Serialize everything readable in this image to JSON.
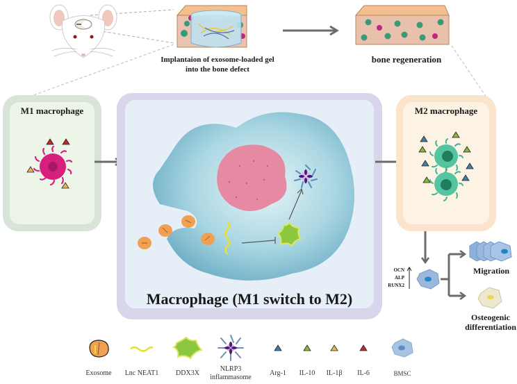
{
  "figure": {
    "top": {
      "gel_caption_line1": "Implantaion of exosome-loaded gel",
      "gel_caption_line2": "into the bone defect",
      "bone_caption": "bone regeneration"
    },
    "panels": {
      "m1": {
        "title": "M1 macrophage"
      },
      "center": {
        "title": "Macrophage (M1 switch to M2)"
      },
      "m2": {
        "title": "M2 macrophage"
      }
    },
    "bmsc_outcomes": {
      "upregulated_genes": [
        "OCN",
        "ALP",
        "RUNX2"
      ],
      "migration": "Migration",
      "osteogenic_line1": "Osteogenic",
      "osteogenic_line2": "differentiation"
    },
    "legend": [
      {
        "label": "Exosome",
        "icon": "exosome-icon"
      },
      {
        "label": "Lnc NEAT1",
        "icon": "lnc-neat1-icon"
      },
      {
        "label": "DDX3X",
        "icon": "ddx3x-icon"
      },
      {
        "label": "NLRP3",
        "label2": "inflammasome",
        "icon": "nlrp3-inflammasome-icon"
      },
      {
        "label": "Arg-1",
        "icon": "arg1-triangle-icon",
        "color": "#3d7fa6"
      },
      {
        "label": "IL-10",
        "icon": "il10-triangle-icon",
        "color": "#8ab43a"
      },
      {
        "label": "IL-1β",
        "icon": "il1b-triangle-icon",
        "color": "#e8b55a"
      },
      {
        "label": "IL-6",
        "icon": "il6-triangle-icon",
        "color": "#c0282b"
      },
      {
        "label": "BMSC",
        "icon": "bmsc-icon"
      }
    ],
    "colors": {
      "m1_panel_outer": "#d9e4d8",
      "m1_panel_inner": "#edf5e8",
      "center_panel_outer": "#d8d6ea",
      "center_panel_inner": "#e6eef7",
      "m2_panel_outer": "#fbe3cc",
      "m2_panel_inner": "#fdf3e4",
      "arrow": "#6b6b6b"
    }
  }
}
